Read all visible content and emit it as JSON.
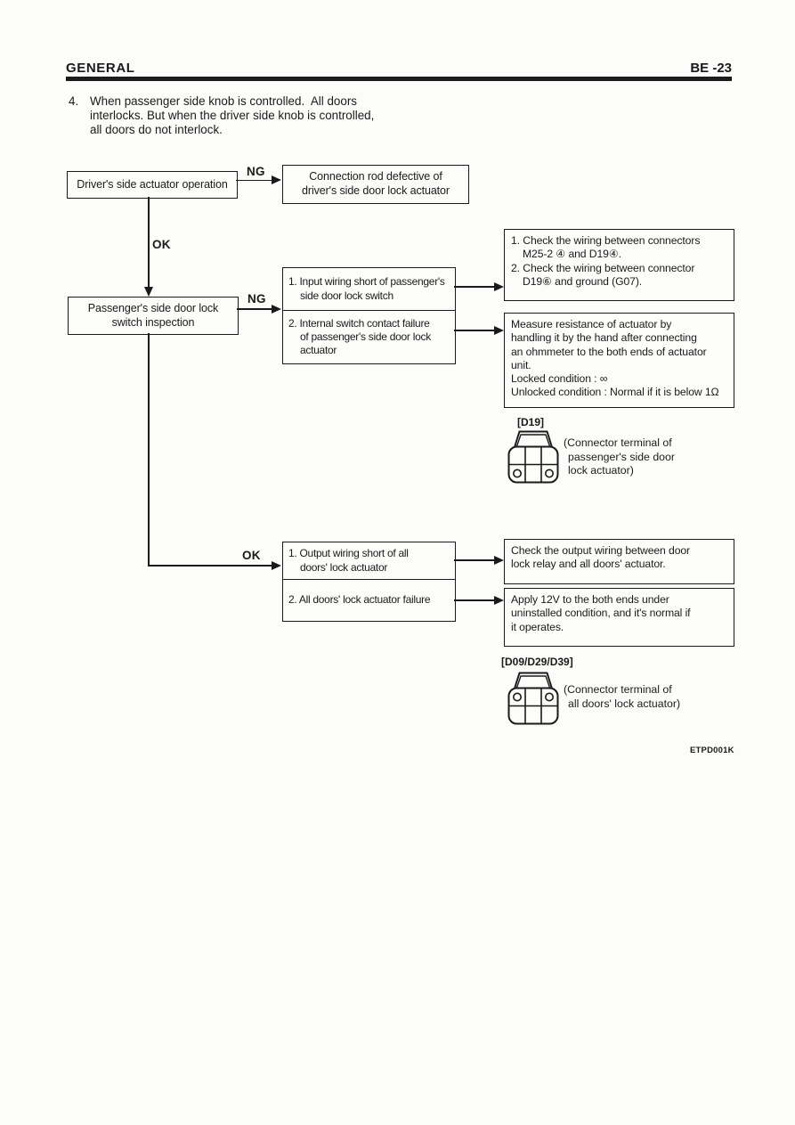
{
  "header": {
    "section_title": "GENERAL",
    "page_code": "BE -23"
  },
  "intro": {
    "item_number": "4.",
    "lines": [
      "When passenger side knob is controlled.  All doors",
      "interlocks. But when the driver side knob is controlled,",
      "all doors do not interlock."
    ]
  },
  "flowchart": {
    "ng_label": "NG",
    "ok_label": "OK",
    "driver_box": "Driver's side actuator operation",
    "conn_rod_box": {
      "lines": [
        "Connection rod defective of",
        "driver's side door lock actuator"
      ]
    },
    "passenger_box": {
      "lines": [
        "Passenger's side door lock",
        "switch inspection"
      ]
    },
    "cause_box_upper": {
      "item1": {
        "lines": [
          "1. Input wiring short of passenger's",
          "side door lock switch"
        ]
      },
      "item2": {
        "lines": [
          "2. Internal switch contact failure",
          "of passenger's side door lock",
          "actuator"
        ]
      }
    },
    "action_box_wiring": {
      "lines": [
        "1. Check the wiring between connectors",
        "M25-2 ④ and D19④.",
        "2. Check the wiring between connector",
        "D19⑥ and ground (G07)."
      ]
    },
    "action_box_resistance": {
      "lines": [
        "Measure resistance of actuator by",
        "handling it by the hand after connecting",
        "an ohmmeter to the both ends of actuator",
        "unit.",
        "Locked condition : ∞",
        "Unlocked condition : Normal if it is below 1Ω"
      ]
    },
    "cause_box_lower": {
      "item1": {
        "lines": [
          "1. Output wiring short of all",
          "doors' lock actuator"
        ]
      },
      "item2": {
        "lines": [
          "2. All doors' lock actuator failure"
        ]
      }
    },
    "action_box_output": {
      "lines": [
        "Check the output wiring between door",
        "lock relay and all doors' actuator."
      ]
    },
    "action_box_apply": {
      "lines": [
        "Apply 12V to the both ends under",
        "uninstalled condition, and it's normal if",
        "it operates."
      ]
    },
    "connector_d19": {
      "label": "[D19]",
      "caption": [
        "(Connector terminal of",
        "passenger's side door",
        "lock actuator)"
      ]
    },
    "connector_d09": {
      "label": "[D09/D29/D39]",
      "caption": [
        "(Connector terminal of",
        "all doors' lock actuator)"
      ]
    }
  },
  "footer": {
    "doc_code": "ETPD001K"
  }
}
